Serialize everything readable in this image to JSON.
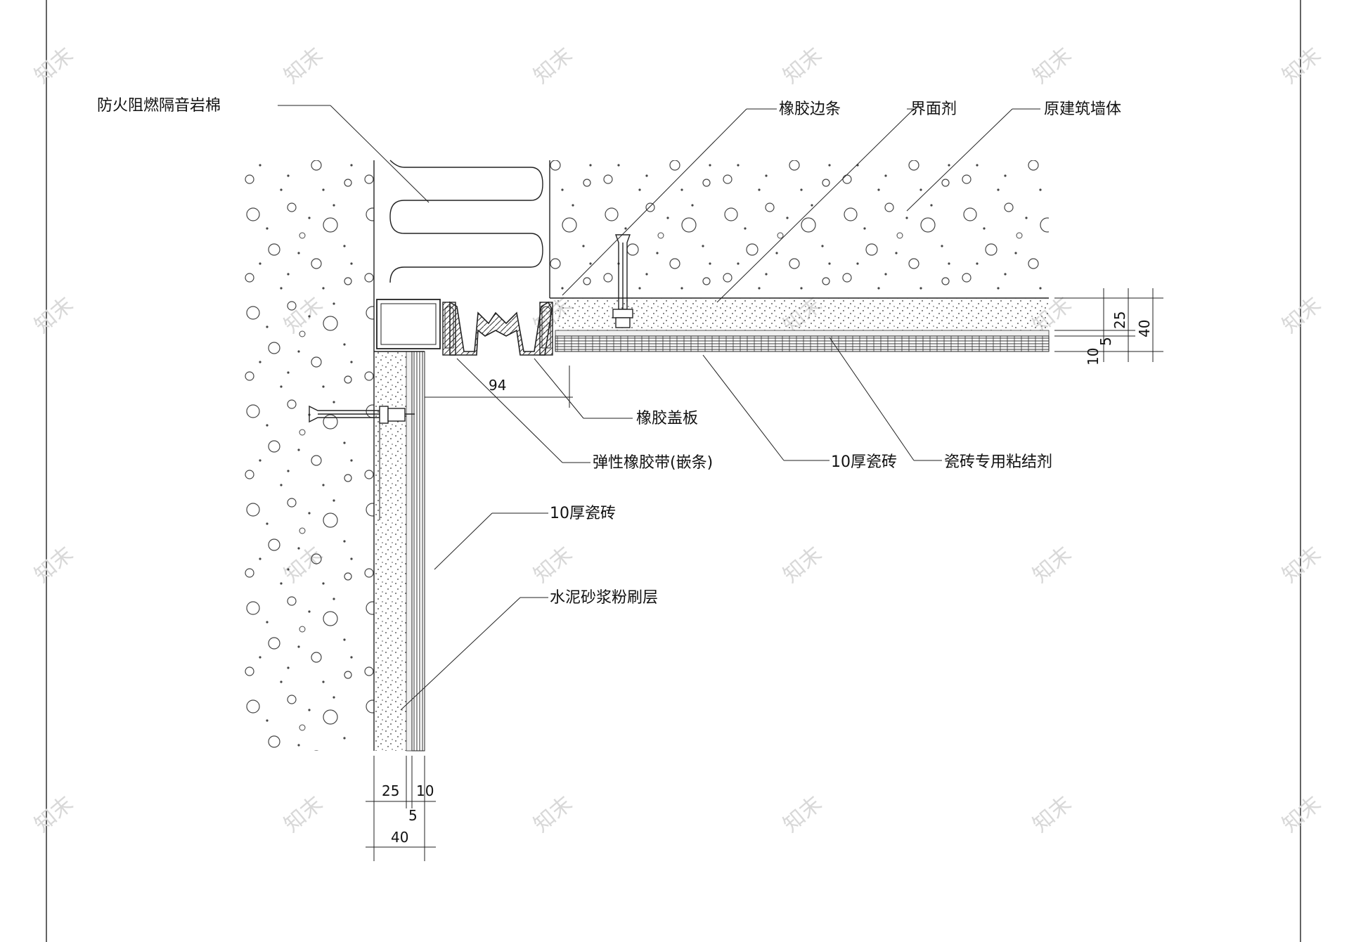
{
  "labels": {
    "rock_wool": "防火阻燃隔音岩棉",
    "rubber_edge": "橡胶边条",
    "interface_agent": "界面剂",
    "original_wall": "原建筑墙体",
    "rubber_cover": "橡胶盖板",
    "elastic_rubber_strip": "弹性橡胶带(嵌条)",
    "tile_h": "10厚瓷砖",
    "tile_adhesive": "瓷砖专用粘结剂",
    "tile_v": "10厚瓷砖",
    "cement_mortar": "水泥砂浆粉刷层"
  },
  "dimensions": {
    "gap": "94",
    "h_25": "25",
    "h_40": "40",
    "h_10": "10",
    "h_5": "5",
    "v_25": "25",
    "v_10": "10",
    "v_5": "5",
    "v_40": "40"
  },
  "watermark": "知末"
}
